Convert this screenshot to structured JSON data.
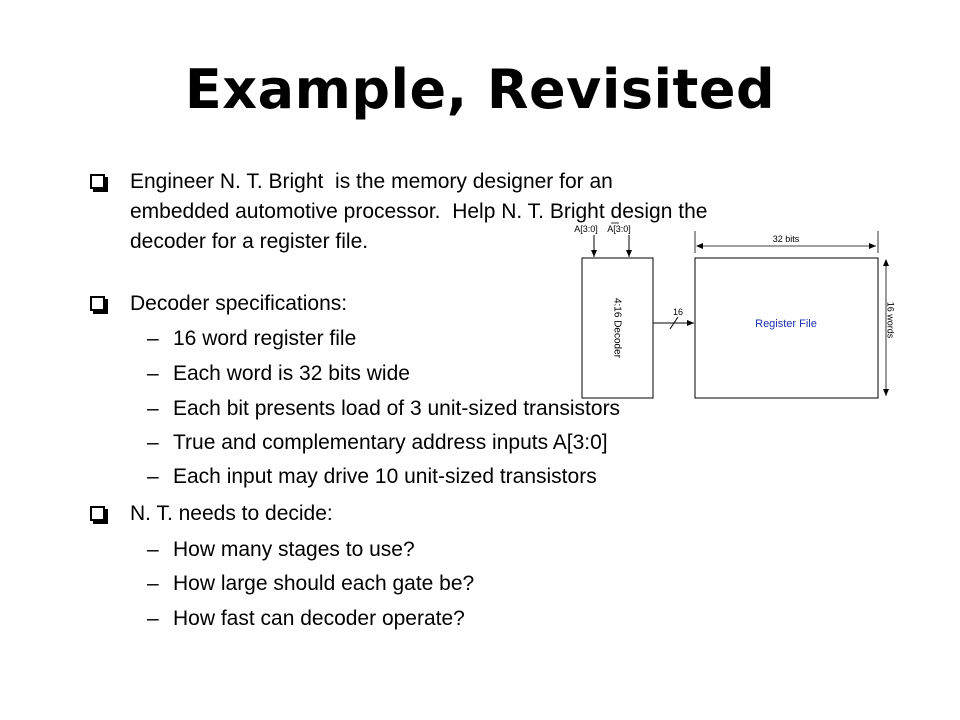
{
  "slide": {
    "title": "Example, Revisited",
    "bullet1": {
      "lines": [
        "Engineer N. T. Bright  is the memory designer for an",
        "embedded automotive processor.  Help N. T. Bright design the",
        "decoder for a register file."
      ]
    },
    "bullet2": {
      "text": "Decoder specifications:",
      "subitems": [
        "16 word register file",
        "Each word is 32 bits wide",
        "Each bit presents load of 3 unit-sized transistors",
        "True and complementary address inputs A[3:0]",
        "Each input may drive 10 unit-sized transistors"
      ]
    },
    "bullet3": {
      "text": "N. T. needs to decide:",
      "subitems": [
        "How many stages to use?",
        "How large should each gate be?",
        "How fast can decoder operate?"
      ]
    },
    "dash": "–"
  },
  "diagram": {
    "input_true": "A[3:0]",
    "input_comp": "A[3:0]",
    "decoder_label": "4:16 Decoder",
    "bus_width": "16",
    "width_label": "32 bits",
    "register_label": "Register File",
    "height_label": "16 words",
    "stroke_color": "#000000"
  }
}
